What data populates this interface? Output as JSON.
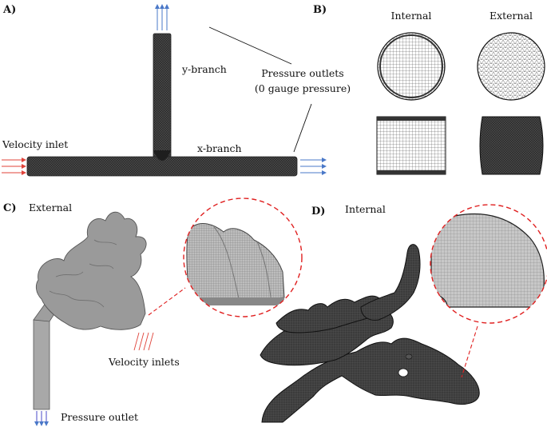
{
  "panels": {
    "a": {
      "letter": "A)",
      "y_branch": "y-branch",
      "x_branch": "x-branch",
      "inlet": "Velocity inlet",
      "outlet_line1": "Pressure outlets",
      "outlet_line2": "(0 gauge pressure)"
    },
    "b": {
      "letter": "B)",
      "col_internal": "Internal",
      "col_external": "External"
    },
    "c": {
      "letter": "C)",
      "title": "External",
      "inlets": "Velocity inlets",
      "outlet": "Pressure outlet"
    },
    "d": {
      "letter": "D)",
      "title": "Internal"
    }
  },
  "colors": {
    "mesh_dark": "#3a3a3a",
    "mesh_body": "#2c2c2c",
    "surface_gray": "#9a9a9a",
    "inlet_arrow": "#e0433a",
    "outlet_arrow": "#4a78c8",
    "zoom_circle": "#e02020"
  }
}
